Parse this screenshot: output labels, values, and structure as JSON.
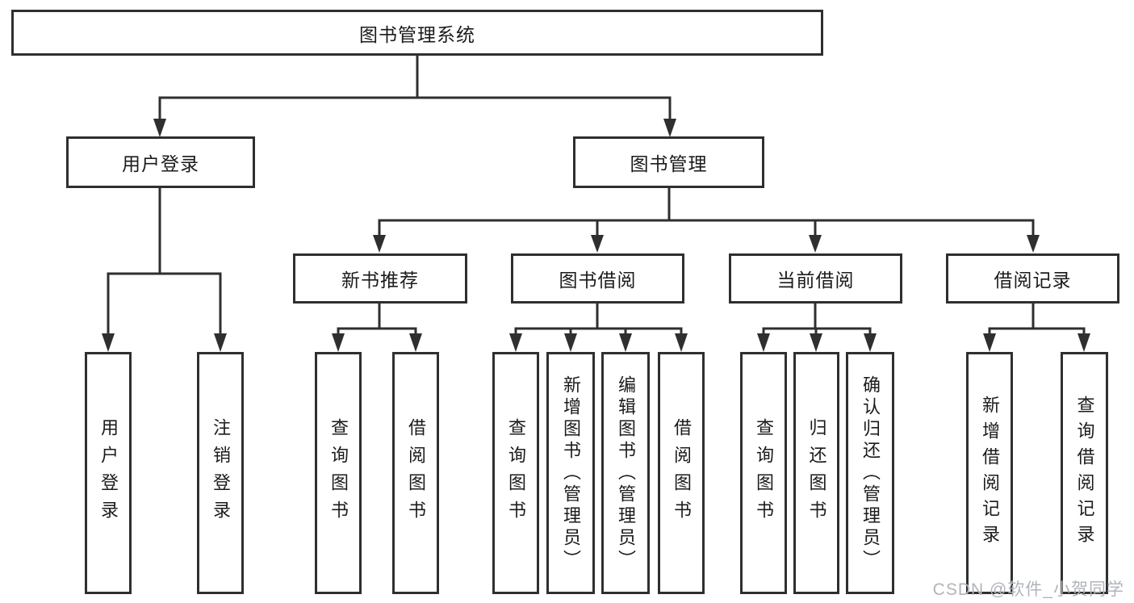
{
  "diagram": {
    "root": {
      "label": "图书管理系统"
    },
    "branches": [
      {
        "label": "用户登录",
        "children": [
          {
            "label": "用户登录"
          },
          {
            "label": "注销登录"
          }
        ]
      },
      {
        "label": "图书管理",
        "children": [
          {
            "label": "新书推荐",
            "children": [
              {
                "label": "查询图书"
              },
              {
                "label": "借阅图书"
              }
            ]
          },
          {
            "label": "图书借阅",
            "children": [
              {
                "label": "查询图书"
              },
              {
                "label": "新增图书（管理员）"
              },
              {
                "label": "编辑图书（管理员）"
              },
              {
                "label": "借阅图书"
              }
            ]
          },
          {
            "label": "当前借阅",
            "children": [
              {
                "label": "查询图书"
              },
              {
                "label": "归还图书"
              },
              {
                "label": "确认归还（管理员）"
              }
            ]
          },
          {
            "label": "借阅记录",
            "children": [
              {
                "label": "新增借阅记录"
              },
              {
                "label": "查询借阅记录"
              }
            ]
          }
        ]
      }
    ]
  },
  "watermark": "CSDN @软件_小贺同学",
  "colors": {
    "line": "#2f2f2f",
    "text": "#1b1b1b",
    "background": "#ffffff",
    "watermark": "#b0b4bb"
  }
}
